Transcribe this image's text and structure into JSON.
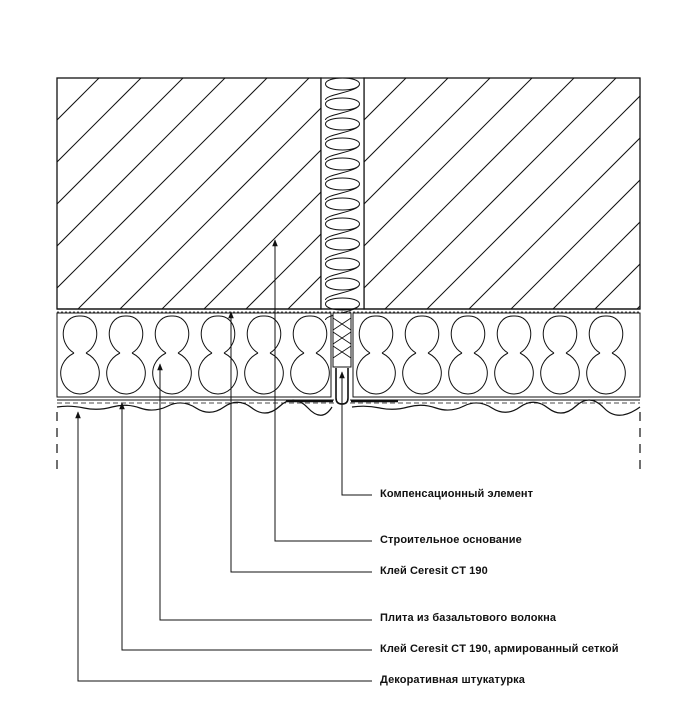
{
  "labels": {
    "compensation_element": "Компенсационный элемент",
    "building_base": "Строительное основание",
    "adhesive": "Клей Ceresit CT 190",
    "basalt_slab": "Плита из базальтового волокна",
    "reinforced_adhesive": "Клей Ceresit CT 190, армированный сеткой",
    "decorative_plaster": "Декоративная штукатурка"
  }
}
